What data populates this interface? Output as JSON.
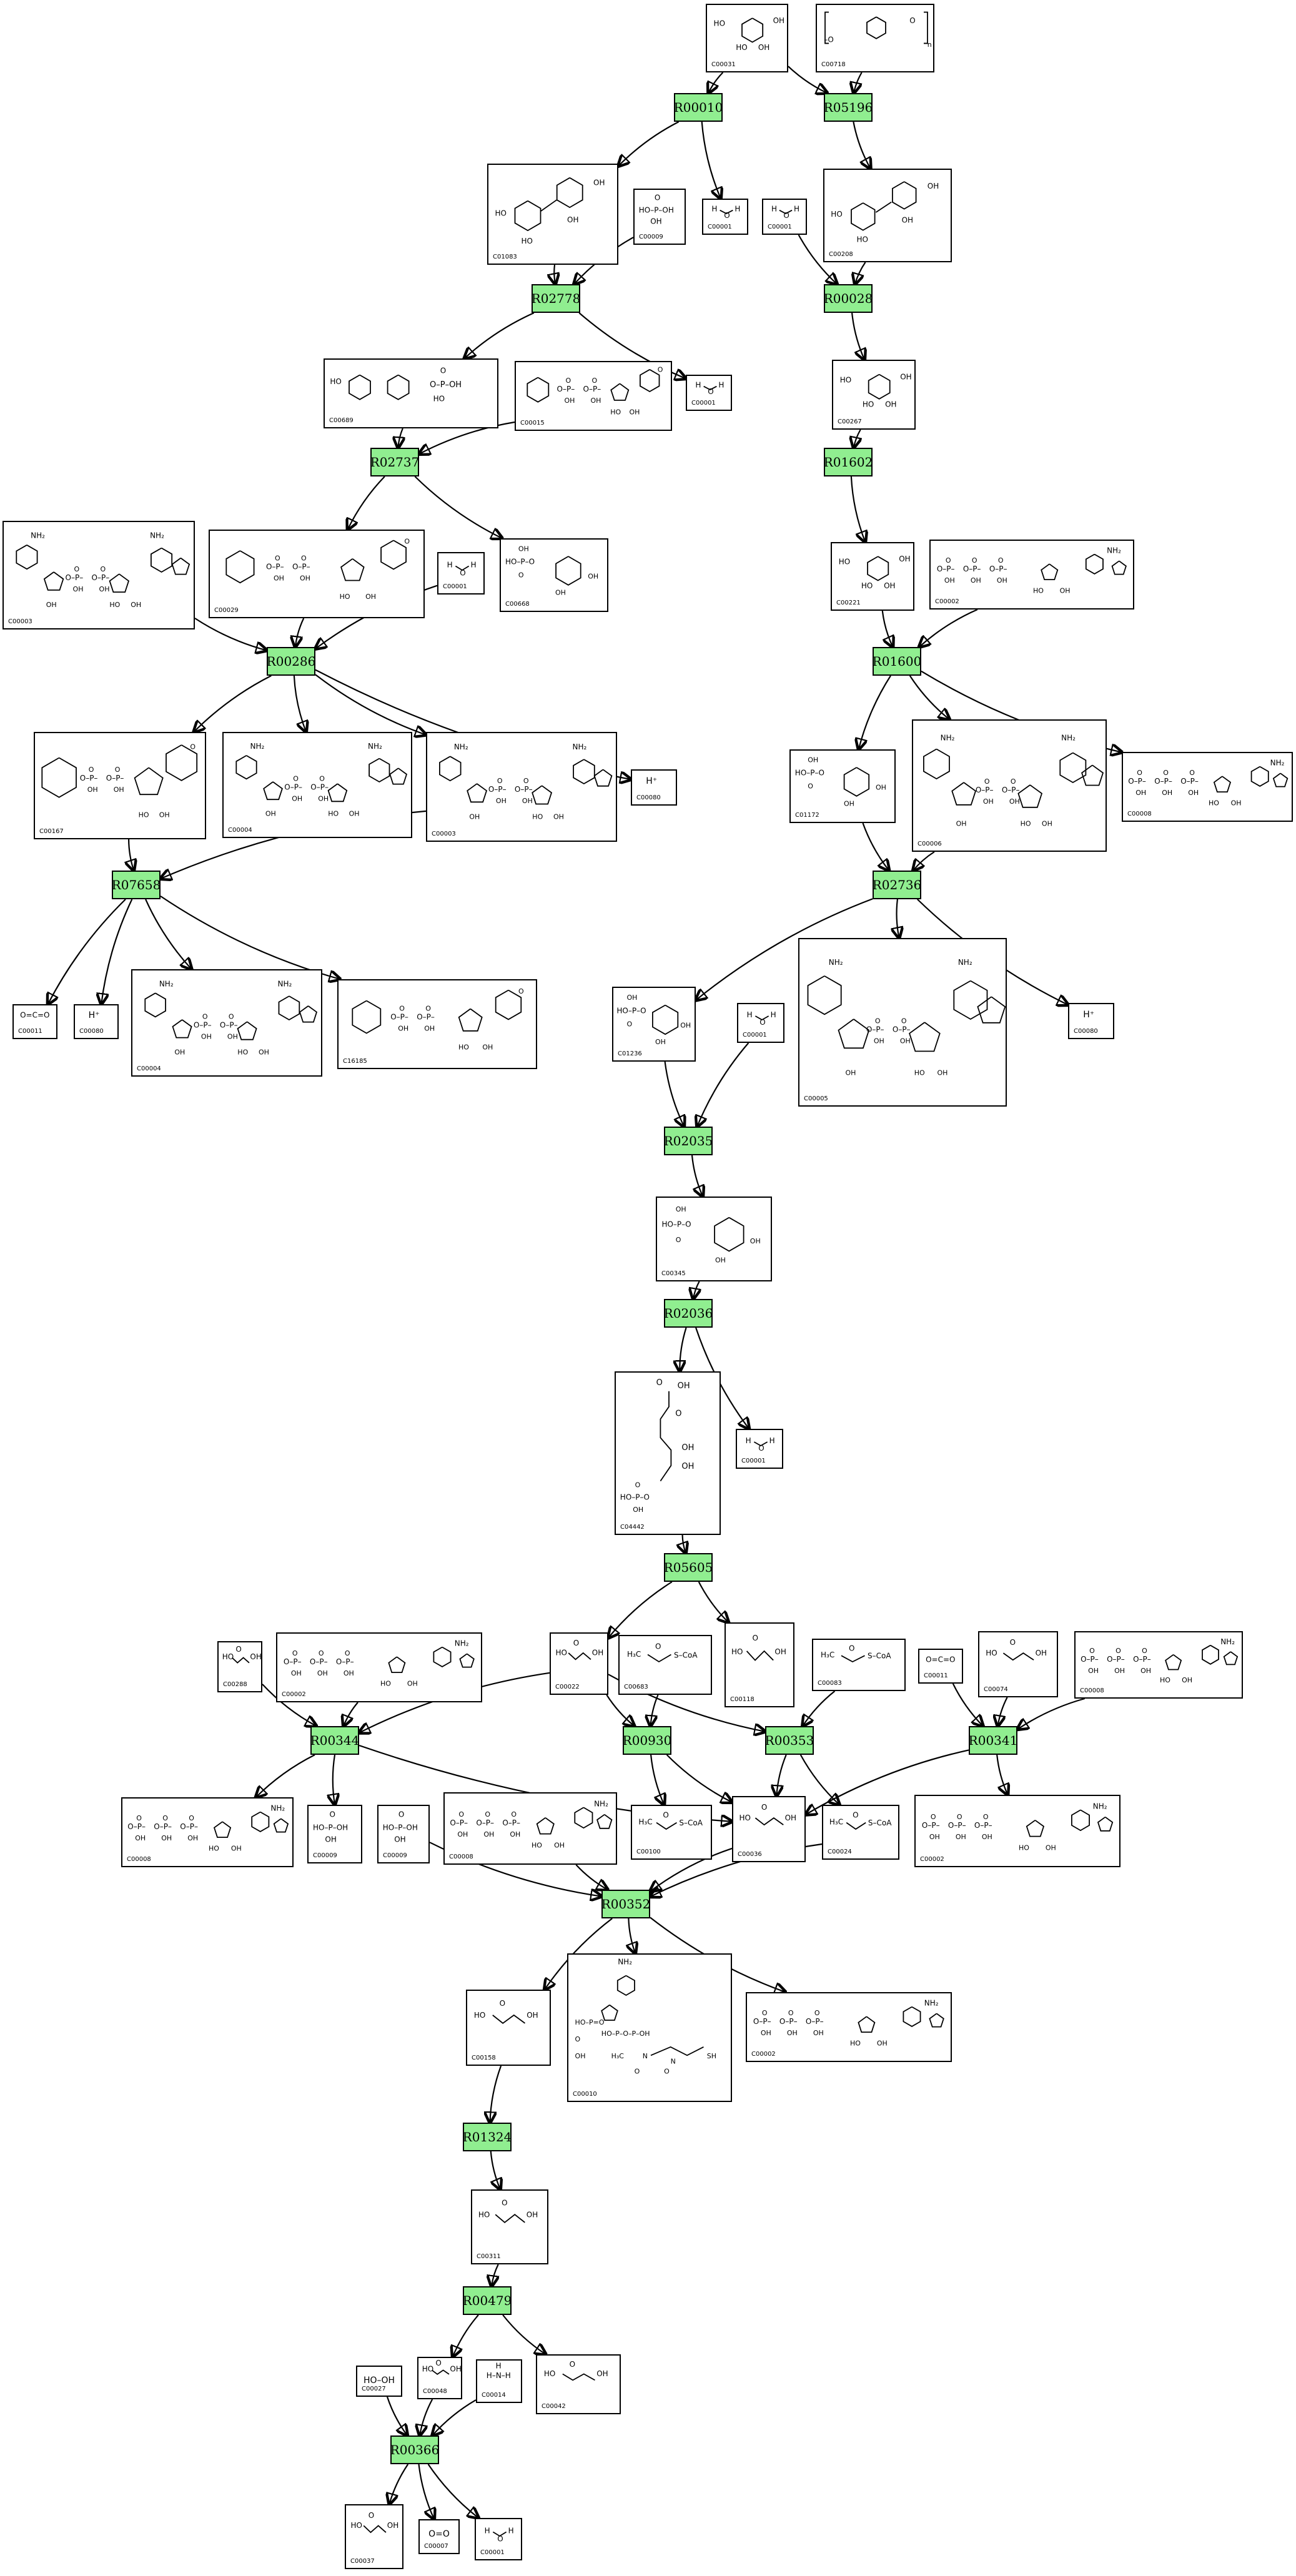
{
  "reactions": [
    {
      "key": "r1",
      "label": "R00010"
    },
    {
      "key": "r2",
      "label": "R05196"
    },
    {
      "key": "r3",
      "label": "R02778"
    },
    {
      "key": "r4",
      "label": "R00028"
    },
    {
      "key": "r5",
      "label": "R02737"
    },
    {
      "key": "r6",
      "label": "R01602"
    },
    {
      "key": "r7",
      "label": "R00286"
    },
    {
      "key": "r8",
      "label": "R01600"
    },
    {
      "key": "r9",
      "label": "R07658"
    },
    {
      "key": "r10",
      "label": "R02736"
    },
    {
      "key": "r11",
      "label": "R02035"
    },
    {
      "key": "r12",
      "label": "R02036"
    },
    {
      "key": "r13",
      "label": "R05605"
    },
    {
      "key": "r14",
      "label": "R00344"
    },
    {
      "key": "r15",
      "label": "R00930"
    },
    {
      "key": "r16",
      "label": "R00353"
    },
    {
      "key": "r17",
      "label": "R00341"
    },
    {
      "key": "r18",
      "label": "R00352"
    },
    {
      "key": "r19",
      "label": "R01324"
    },
    {
      "key": "r20",
      "label": "R00479"
    },
    {
      "key": "r21",
      "label": "R00366"
    }
  ],
  "compounds": [
    {
      "key": "c1",
      "id": "C00031",
      "kind": "sugar"
    },
    {
      "key": "c2",
      "id": "C00718",
      "kind": "polysugar"
    },
    {
      "key": "c3",
      "id": "C01083",
      "kind": "disugar"
    },
    {
      "key": "c4",
      "id": "C00009",
      "kind": "phosphate"
    },
    {
      "key": "c5",
      "id": "C00001",
      "kind": "water"
    },
    {
      "key": "c6",
      "id": "C00001",
      "kind": "water"
    },
    {
      "key": "c7",
      "id": "C00208",
      "kind": "disugar"
    },
    {
      "key": "c8",
      "id": "C00689",
      "kind": "disugarP"
    },
    {
      "key": "c9",
      "id": "C00015",
      "kind": "nucleotide"
    },
    {
      "key": "c10",
      "id": "C00001",
      "kind": "water"
    },
    {
      "key": "c11",
      "id": "C00267",
      "kind": "sugar"
    },
    {
      "key": "c12",
      "id": "C00003",
      "kind": "dinucleotide"
    },
    {
      "key": "c13",
      "id": "C00029",
      "kind": "nucleotide"
    },
    {
      "key": "c14",
      "id": "C00001",
      "kind": "water"
    },
    {
      "key": "c15",
      "id": "C00668",
      "kind": "sugarP"
    },
    {
      "key": "c16",
      "id": "C00221",
      "kind": "sugar"
    },
    {
      "key": "c17",
      "id": "C00002",
      "kind": "atp"
    },
    {
      "key": "c18",
      "id": "C00167",
      "kind": "nucleotide"
    },
    {
      "key": "c19",
      "id": "C00004",
      "kind": "dinucleotide"
    },
    {
      "key": "c20",
      "id": "C00003",
      "kind": "dinucleotide"
    },
    {
      "key": "c21",
      "id": "C00080",
      "kind": "proton"
    },
    {
      "key": "c22",
      "id": "C01172",
      "kind": "sugarP"
    },
    {
      "key": "c23",
      "id": "C00006",
      "kind": "dinucleotide"
    },
    {
      "key": "c24",
      "id": "C00008",
      "kind": "atp"
    },
    {
      "key": "c25",
      "id": "C00011",
      "kind": "co2"
    },
    {
      "key": "c26",
      "id": "C00080",
      "kind": "proton"
    },
    {
      "key": "c27",
      "id": "C00004",
      "kind": "dinucleotide"
    },
    {
      "key": "c28",
      "id": "C16185",
      "kind": "nucleotide"
    },
    {
      "key": "c29",
      "id": "C01236",
      "kind": "sugarP"
    },
    {
      "key": "c30",
      "id": "C00001",
      "kind": "water"
    },
    {
      "key": "c31",
      "id": "C00005",
      "kind": "dinucleotide"
    },
    {
      "key": "c32",
      "id": "C00080",
      "kind": "proton"
    },
    {
      "key": "c33",
      "id": "C00345",
      "kind": "sugarP"
    },
    {
      "key": "c34",
      "id": "C04442",
      "kind": "chain"
    },
    {
      "key": "c35",
      "id": "C00001",
      "kind": "water"
    },
    {
      "key": "c36",
      "id": "C00288",
      "kind": "small"
    },
    {
      "key": "c37",
      "id": "C00002",
      "kind": "atp"
    },
    {
      "key": "c38",
      "id": "C00022",
      "kind": "small"
    },
    {
      "key": "c39",
      "id": "C00683",
      "kind": "coa"
    },
    {
      "key": "c40",
      "id": "C00118",
      "kind": "small"
    },
    {
      "key": "c41",
      "id": "C00083",
      "kind": "coa"
    },
    {
      "key": "c42",
      "id": "C00011",
      "kind": "co2"
    },
    {
      "key": "c43",
      "id": "C00074",
      "kind": "small"
    },
    {
      "key": "c44",
      "id": "C00008",
      "kind": "atp"
    },
    {
      "key": "c45",
      "id": "C00008",
      "kind": "atp"
    },
    {
      "key": "c46",
      "id": "C00009",
      "kind": "phosphate"
    },
    {
      "key": "c47",
      "id": "C00009",
      "kind": "phosphate"
    },
    {
      "key": "c48",
      "id": "C00008",
      "kind": "atp"
    },
    {
      "key": "c49",
      "id": "C00100",
      "kind": "coa"
    },
    {
      "key": "c50",
      "id": "C00036",
      "kind": "small"
    },
    {
      "key": "c51",
      "id": "C00024",
      "kind": "coa"
    },
    {
      "key": "c52",
      "id": "C00002",
      "kind": "atp"
    },
    {
      "key": "c53",
      "id": "C00158",
      "kind": "small"
    },
    {
      "key": "c54",
      "id": "C00010",
      "kind": "coabig"
    },
    {
      "key": "c55",
      "id": "C00002",
      "kind": "atp"
    },
    {
      "key": "c56",
      "id": "C00311",
      "kind": "small"
    },
    {
      "key": "c57",
      "id": "C00027",
      "kind": "simple",
      "text": "HO–OH"
    },
    {
      "key": "c58",
      "id": "C00048",
      "kind": "small"
    },
    {
      "key": "c59",
      "id": "C00014",
      "kind": "ammonia"
    },
    {
      "key": "c60",
      "id": "C00042",
      "kind": "small"
    },
    {
      "key": "c61",
      "id": "C00037",
      "kind": "small"
    },
    {
      "key": "c62",
      "id": "C00007",
      "kind": "simple",
      "text": "O=O"
    },
    {
      "key": "c63",
      "id": "C00001",
      "kind": "water"
    }
  ]
}
